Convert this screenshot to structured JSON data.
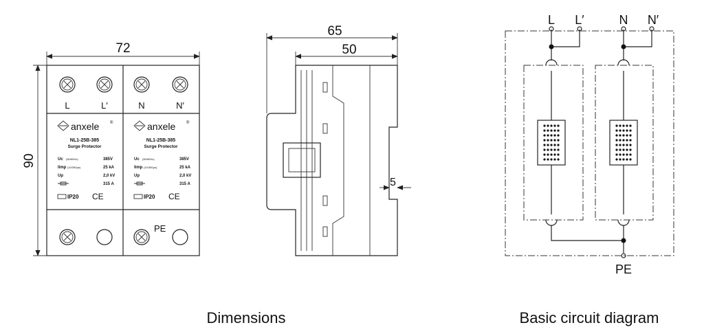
{
  "dimensions": {
    "caption": "Dimensions",
    "width_label": "72",
    "height_label": "90",
    "depth_label": "65",
    "depth_inner_label": "50",
    "offset_label": "5"
  },
  "device": {
    "brand": "anxele",
    "registered": "®",
    "model": "NL1-25B-385",
    "type": "Surge Protector",
    "terminals_top": [
      "L",
      "L′",
      "N",
      "N′"
    ],
    "terminal_bottom": "PE",
    "specs": [
      {
        "label": "Uc",
        "sub": "(50/60Hz)",
        "value": "385V"
      },
      {
        "label": "Iimp",
        "sub": "(10/350μs)",
        "value": "25 kA"
      },
      {
        "label": "Up",
        "sub": "",
        "value": "2,0 kV"
      },
      {
        "label": "fuse",
        "sub": "",
        "value": "315 A"
      }
    ],
    "ip_rating": "IP20",
    "ce_mark": "CE",
    "colors": {
      "L": "#2e7d32",
      "L_prime": "#c17a00",
      "N": "#1a1a1a",
      "N_prime": "#1565c0"
    }
  },
  "circuit": {
    "caption": "Basic circuit diagram",
    "terminals": [
      "L",
      "L′",
      "N",
      "N′"
    ],
    "ground": "PE"
  }
}
